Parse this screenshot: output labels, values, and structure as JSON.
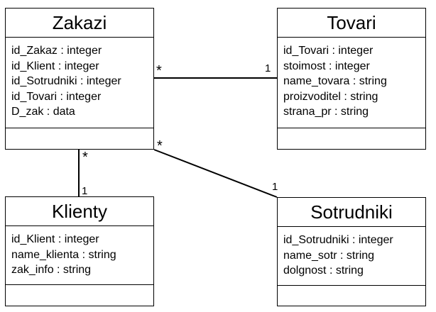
{
  "classes": {
    "zakazi": {
      "name": "Zakazi",
      "attributes": [
        "id_Zakaz : integer",
        "id_Klient : integer",
        "id_Sotrudniki : integer",
        "id_Tovari : integer",
        "D_zak : data"
      ]
    },
    "tovari": {
      "name": "Tovari",
      "attributes": [
        "id_Tovari : integer",
        "stoimost : integer",
        "name_tovara : string",
        "proizvoditel : string",
        "strana_pr : string"
      ]
    },
    "klienty": {
      "name": "Klienty",
      "attributes": [
        "id_Klient : integer",
        "name_klienta : string",
        "zak_info : string"
      ]
    },
    "sotrudniki": {
      "name": "Sotrudniki",
      "attributes": [
        "id_Sotrudniki : integer",
        "name_sotr : string",
        "dolgnost : string"
      ]
    }
  },
  "associations": {
    "zakazi_tovari": {
      "from_mult": "*",
      "to_mult": "1"
    },
    "zakazi_sotrudniki": {
      "from_mult": "*",
      "to_mult": "1"
    },
    "zakazi_klienty": {
      "from_mult": "*",
      "to_mult": "1"
    }
  }
}
